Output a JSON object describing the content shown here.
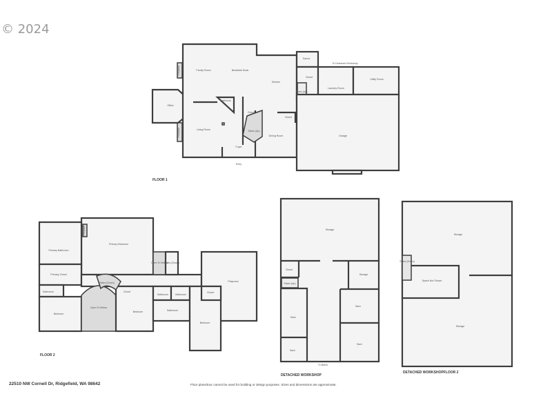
{
  "copyright": "© 2024",
  "address": "22510 NW Cornell Dr, Ridgefield, WA 98642",
  "disclaimer": "Floor plans/tour cannot be used for building or design purposes. Sizes and dimensions are approximate.",
  "floor1": {
    "caption": "FLOOR 1",
    "rooms": [
      "Family Room",
      "Breakfast Nook",
      "Kitchen",
      "Office",
      "Bathroom",
      "Closet",
      "Stairs (Up)",
      "Living Room",
      "Foyer",
      "Entry",
      "Dining Room",
      "Closet",
      "Sauna",
      "Closet",
      "Stairs (Up)",
      "Laundry Room",
      "To Detached Workshop",
      "Utility Room",
      "Garage",
      "Fireplace",
      "Fireplace"
    ]
  },
  "floor2": {
    "caption": "FLOOR 2",
    "rooms": [
      "Primary Bathroom",
      "Primary Bedroom",
      "Primary Closet",
      "Bathroom",
      "Bedroom",
      "Open To Below",
      "Stairs (Down)",
      "Closet",
      "Bedroom",
      "Open To Below",
      "Stairs (Down)",
      "Bathroom",
      "Bathroom",
      "Bathroom",
      "Bedroom",
      "Closet",
      "Playroom",
      "Fireplace"
    ]
  },
  "workshop": {
    "caption": "DETACHED WORKSHOP",
    "rooms": [
      "Storage",
      "Closet",
      "Stairs (Up)",
      "Storage",
      "Barn",
      "Barn",
      "Barn",
      "Barn",
      "To Barns"
    ]
  },
  "workshop_floor2": {
    "caption": "DETACHED WORKSHOPFLOOR 2",
    "rooms": [
      "Storage",
      "Storage",
      "Space Not Shown",
      "Stairs (Down)"
    ]
  }
}
